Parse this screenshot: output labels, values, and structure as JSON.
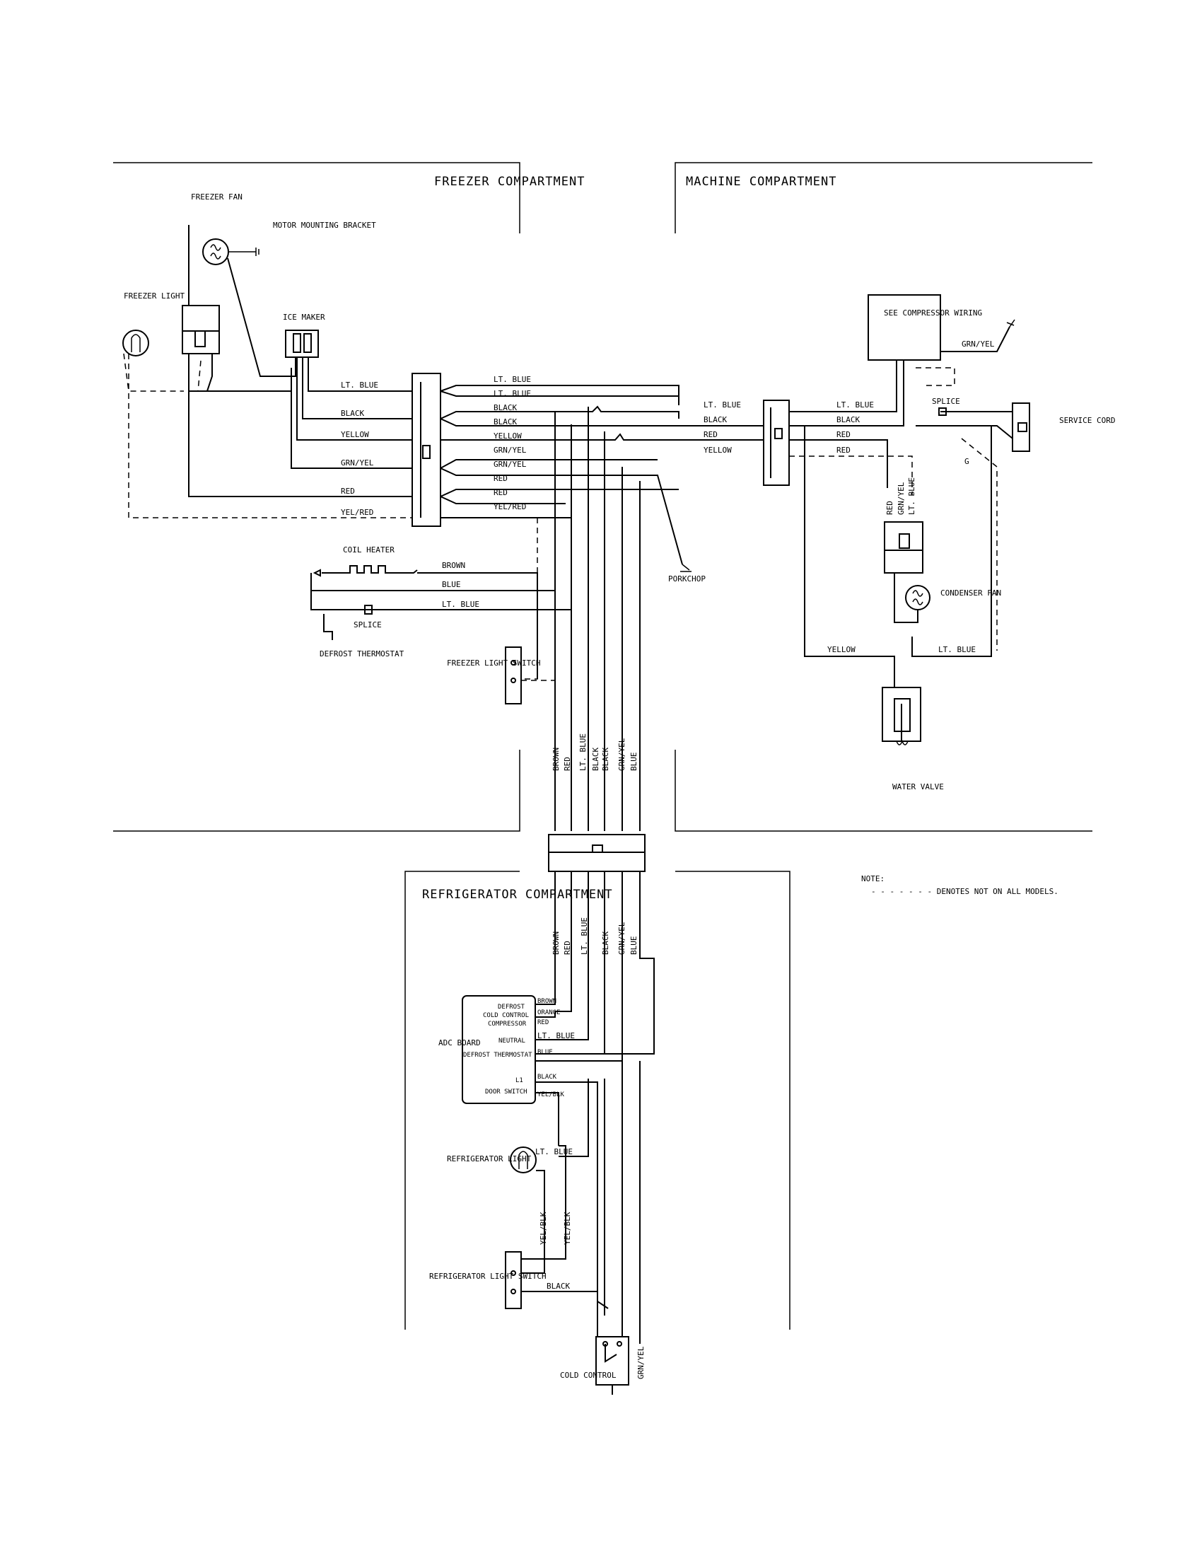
{
  "sections": {
    "freezer": "FREEZER COMPARTMENT",
    "machine": "MACHINE COMPARTMENT",
    "refrigerator": "REFRIGERATOR COMPARTMENT"
  },
  "components": {
    "freezer_fan": "FREEZER FAN",
    "motor_bracket": "MOTOR MOUNTING BRACKET",
    "freezer_light": "FREEZER LIGHT",
    "ice_maker": "ICE MAKER",
    "coil_heater": "COIL HEATER",
    "splice": "SPLICE",
    "defrost_thermostat": "DEFROST THERMOSTAT",
    "freezer_light_switch": "FREEZER LIGHT SWITCH",
    "porkchop": "PORKCHOP",
    "compressor_wiring": "SEE COMPRESSOR WIRING",
    "service_cord": "SERVICE CORD",
    "condenser_fan": "CONDENSER FAN",
    "water_valve": "WATER VALVE",
    "adc_board": "ADC BOARD",
    "refrigerator_light": "REFRIGERATOR LIGHT",
    "refrigerator_light_switch": "REFRIGERATOR LIGHT SWITCH",
    "cold_control": "COLD CONTROL"
  },
  "adc_terminals": [
    "DEFROST",
    "COLD CONTROL",
    "COMPRESSOR",
    "NEUTRAL",
    "DEFROST THERMOSTAT",
    "L1",
    "DOOR SWITCH"
  ],
  "wires": {
    "lt_blue": "LT. BLUE",
    "black": "BLACK",
    "yellow": "YELLOW",
    "grn_yel": "GRN/YEL",
    "red": "RED",
    "yel_red": "YEL/RED",
    "brown": "BROWN",
    "blue": "BLUE",
    "orange": "ORANGE",
    "yel_blk": "YEL/BLK",
    "grn_yel_top": "GRN/YEL"
  },
  "ground_marker": "G",
  "note": {
    "heading": "NOTE:",
    "text": "- - - - - - -   DENOTES NOT ON ALL MODELS."
  }
}
